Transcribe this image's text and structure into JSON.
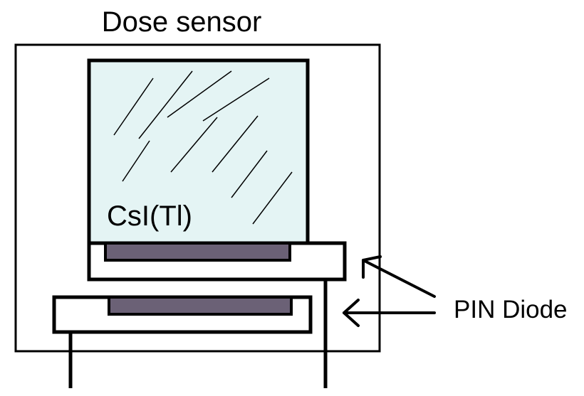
{
  "title": "Dose sensor",
  "crystal_label": "CsI(Tl)",
  "diode_label": "PIN Diode",
  "colors": {
    "crystal_fill": "#e4f4f4",
    "diode_element": "#6b6176",
    "outline": "#000000",
    "background": "#ffffff"
  }
}
